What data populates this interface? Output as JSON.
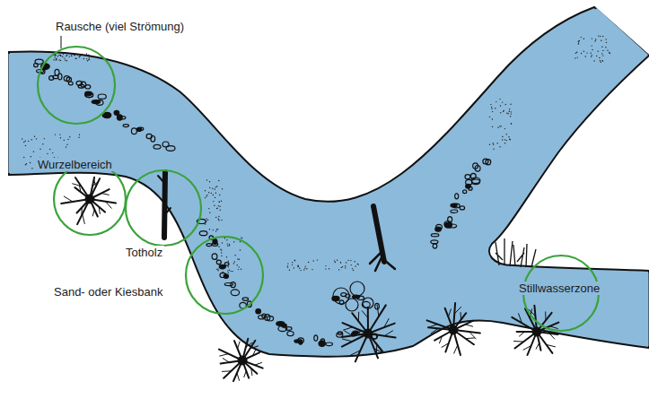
{
  "diagram": {
    "labels": [
      "Rausche (viel Strömung)",
      "Wurzelbereich",
      "Totholz",
      "Sand- oder Kiesbank",
      "Stillwasserzone"
    ]
  }
}
